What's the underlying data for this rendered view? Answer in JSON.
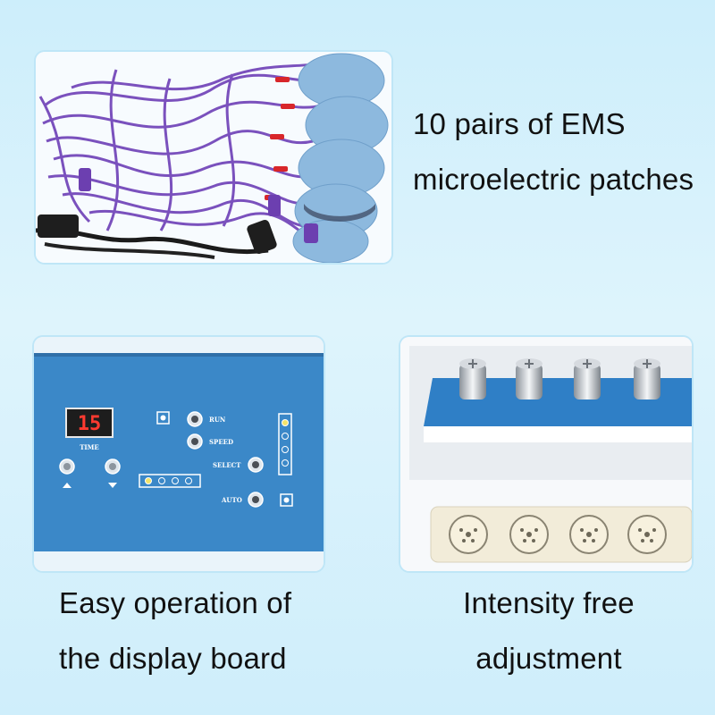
{
  "features": [
    {
      "caption_lines": [
        "10 pairs of EMS",
        "microelectric patches"
      ],
      "image": "electrode-cables-and-patches"
    },
    {
      "caption_lines": [
        "Easy operation of",
        "the display board"
      ],
      "image": "control-display-board",
      "board": {
        "display": "15",
        "labels": {
          "time": "TIME",
          "run": "RUN",
          "speed": "SPEED",
          "select": "SELECT",
          "auto": "AUTO"
        }
      }
    },
    {
      "caption_lines": [
        "Intensity free",
        "adjustment"
      ],
      "image": "intensity-knobs-and-sockets"
    }
  ],
  "colors": {
    "background": "#d6f1fc",
    "panel_blue": "#3b88c8",
    "cable_purple": "#7046b8",
    "pad_blue": "#8cb8de"
  }
}
